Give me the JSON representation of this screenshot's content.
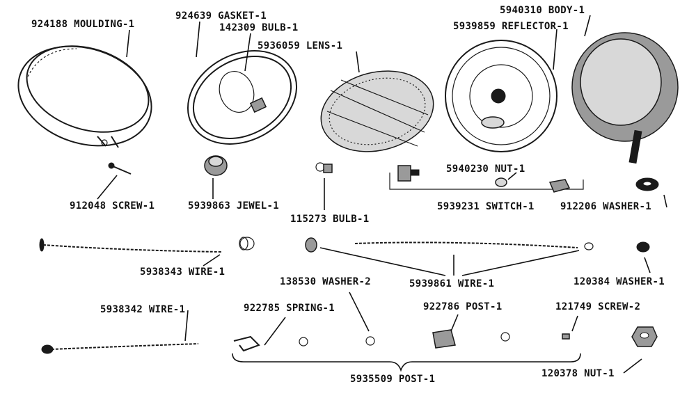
{
  "labels": {
    "moulding": "924188 MOULDING-1",
    "gasket": "924639 GASKET-1",
    "bulb_142309": "142309 BULB-1",
    "lens": "5936059 LENS-1",
    "body": "5940310 BODY-1",
    "reflector": "5939859 REFLECTOR-1",
    "screw_912048": "912048 SCREW-1",
    "jewel": "5939863 JEWEL-1",
    "bulb_115273": "115273 BULB-1",
    "nut_5940230": "5940230 NUT-1",
    "switch": "5939231 SWITCH-1",
    "washer_912206": "912206 WASHER-1",
    "wire_5938343": "5938343 WIRE-1",
    "washer_138530": "138530 WASHER-2",
    "wire_5939861": "5939861 WIRE-1",
    "washer_120384": "120384 WASHER-1",
    "wire_5938342": "5938342 WIRE-1",
    "spring": "922785 SPRING-1",
    "post_922786": "922786 POST-1",
    "screw_121749": "121749 SCREW-2",
    "post_5935509": "5935509 POST-1",
    "nut_120378": "120378 NUT-1"
  }
}
